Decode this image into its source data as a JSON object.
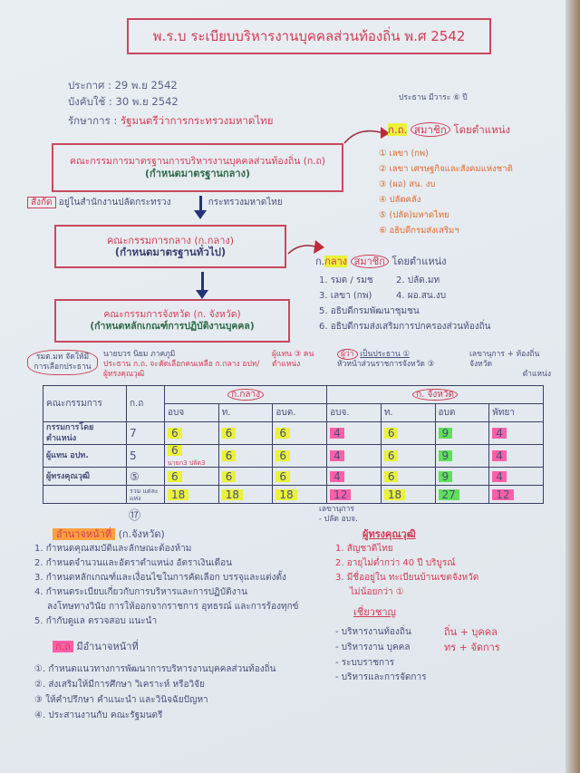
{
  "title": "พ.ร.บ ระเบียบบริหารงานบุคคลส่วนท้องถิ่น พ.ศ 2542",
  "meta": [
    {
      "label": "ประกาศ :",
      "value": "29 พ.ย 2542"
    },
    {
      "label": "บังคับใช้ :",
      "value": "30 พ.ย 2542"
    },
    {
      "label": "รักษาการ :",
      "value": "รัฐมนตรีว่าการกระทรวงมหาดไทย"
    }
  ],
  "boxes": [
    {
      "name": "คณะกรรมการมาตรฐานการบริหารงานบุคคลส่วนท้องถิ่น (ก.ถ)",
      "role": "(กำหนดมาตรฐานกลาง)"
    },
    {
      "name": "คณะกรรมการกลาง (ก.กลาง)",
      "role": "(กำหนดมาตรฐานทั่วไป)"
    },
    {
      "name": "คณะกรรมการจังหวัด (ก. จังหวัด)",
      "role": "(กำหนดหลักเกณฑ์การปฏิบัติงานบุคคล)"
    }
  ],
  "affiliation": {
    "tag": "สังกัด",
    "text": "อยู่ในสำนักงานปลัดกระทรวง",
    "ministry": "กระทรวงมหาดไทย"
  },
  "kt_members": {
    "term": "ประธาน มีวาระ ⑥ ปี",
    "org": "ก.ถ.",
    "member": "สมาชิก",
    "by_position": "โดยตำแหน่ง",
    "items": [
      "① เลขา (กพ)",
      "② เลขา เศรษฐกิจและสังคมแห่งชาติ",
      "③ (ผอ) สน. งบ",
      "④ ปลัดคลัง",
      "⑤ (ปลัด)มหาดไทย",
      "⑥ อธิบดีกรมส่งเสริมฯ"
    ]
  },
  "kklang_members": {
    "org_prefix": "ก.",
    "org": "กลาง",
    "member": "สมาชิก",
    "by_position": "โดยตำแหน่ง",
    "items": [
      "1. รมต / รมช",
      "2. ปลัด.มท",
      "3. เลขา (กพ)",
      "4. ผอ.สน.งบ",
      "5. อธิบดีกรมพัฒนาชุมชน",
      "6. อธิบดีกรมส่งเสริมการปกครองส่วนท้องถิ่น"
    ]
  },
  "notes": {
    "select_chair": "รมต.มท จัดให้มีการเลือกประธาน",
    "chair_name": "นายบวร นิยม ภาคภูมิ",
    "chair_select": "ประธาน ก.ถ. จะคัดเลือกคนเหลือ ก.กลาง อปท/ผู้ทรงคุณวุฒิ",
    "reps": "ผู้แทน ③ คน",
    "reps2": "ตำแหน่ง",
    "governor": "ผู้ว่า",
    "governor_role": "เป็นประธาน ①",
    "heads": "หัวหน้าส่วนราชการจังหวัด ③",
    "secretary": "เลขานุการ + ท้องถิ่นจังหวัด",
    "secretary2": "ตำแหน่ง",
    "secretary_bottom": "เลขานุการ",
    "secretary_bottom2": "- ปลัด อบจ."
  },
  "table": {
    "header": {
      "committee": "คณะกรรมการ",
      "kt": "ก.ถ",
      "kklang": "ก.กลาง",
      "kprov": "ก. จังหวัด"
    },
    "sub": [
      "อบจ",
      "ท.",
      "อบต.",
      "อบจ.",
      "ท.",
      "อบต",
      "พัทยา"
    ],
    "rows": [
      {
        "label": "กรรมการโดยตำแหน่ง",
        "kt": "7",
        "values": [
          "6",
          "6",
          "6",
          "4",
          "6",
          "9",
          "4"
        ]
      },
      {
        "label": "ผู้แทน อปท.",
        "kt": "5",
        "values": [
          "6",
          "6",
          "6",
          "4",
          "6",
          "9",
          "4"
        ],
        "note": "นายก3 ปลัด3"
      },
      {
        "label": "ผู้ทรงคุณวุฒิ",
        "kt": "⑤",
        "values": [
          "6",
          "6",
          "6",
          "4",
          "6",
          "9",
          "4"
        ]
      }
    ],
    "total": {
      "label": "รวม แต่ละแห่ง",
      "kt": "⑰",
      "values": [
        "18",
        "18",
        "18",
        "12",
        "18",
        "27",
        "12"
      ]
    }
  },
  "prov_duties": {
    "title": "อำนาจหน้าที่",
    "sub": "(ก.จังหวัด)",
    "items": [
      "1. กำหนดคุณสมบัติและลักษณะต้องห้าม",
      "2. กำหนดจำนวนและอัตราตำแหน่ง อัตราเงินเดือน",
      "3. กำหนดหลักเกณฑ์และเงื่อนไขในการคัดเลือก บรรจุและแต่งตั้ง",
      "4. กำหนดระเบียบเกี่ยวกับการบริหารและการปฏิบัติงาน",
      "   ลงโทษทางวินัย การให้ออกจากราชการ อุทธรณ์ และการร้องทุกข์",
      "5. กำกับดูแล ตรวจสอบ แนะนำ"
    ]
  },
  "kt_duties": {
    "tag": "ก.ถ",
    "title": "มีอำนาจหน้าที่",
    "items": [
      "①. กำหนดแนวทางการพัฒนาการบริหารงานบุคคลส่วนท้องถิ่น",
      "②. ส่งเสริมให้มีการศึกษา วิเคราะห์ หรือวิจัย",
      "③ ให้คำปรึกษา คำแนะนำ และวินิจฉัยปัญหา",
      "④. ประสานงานกับ คณะรัฐมนตรี"
    ]
  },
  "qualifications": {
    "title": "ผู้ทรงคุณวุฒิ",
    "items": [
      "1. สัญชาติไทย",
      "2. อายุไม่ต่ำกว่า 40 ปี บริบูรณ์",
      "3. มีชื่ออยู่ใน ทะเบียนบ้านเขตจังหวัด",
      "ไม่น้อยกว่า ①"
    ],
    "expert_title": "เชี่ยวชาญ",
    "experts": [
      {
        "text": "- บริหารงานท้องถิ่น",
        "note": "ถิ่น + บุคคล"
      },
      {
        "text": "- บริหารงาน บุคคล",
        "note": "ทร + จัดการ"
      },
      {
        "text": "- ระบบราชการ",
        "note": ""
      },
      {
        "text": "- บริหารและการจัดการ",
        "note": ""
      }
    ]
  }
}
